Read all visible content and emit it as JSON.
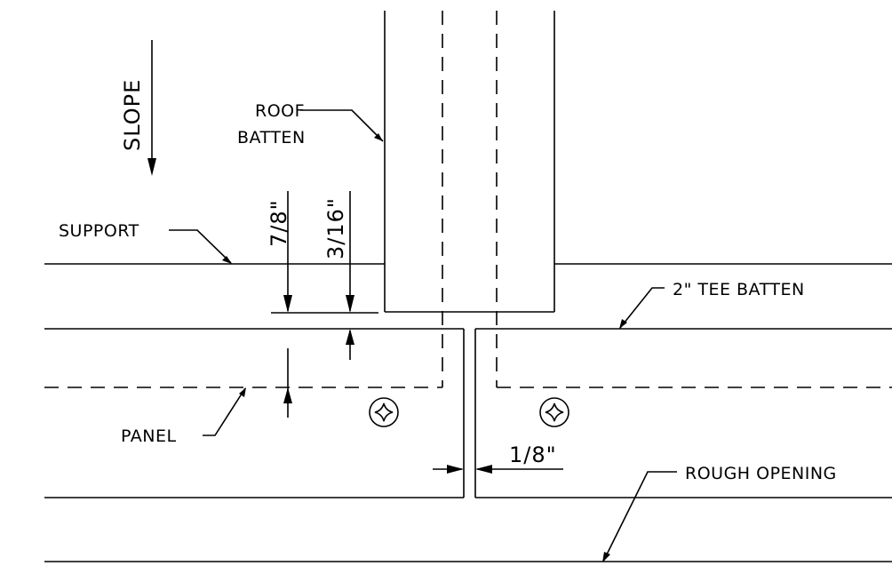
{
  "labels": {
    "slope": "SLOPE",
    "roof_batten_line1": "ROOF",
    "roof_batten_line2": "BATTEN",
    "support": "SUPPORT",
    "dim_7_8": "7/8\"",
    "dim_3_16": "3/16\"",
    "tee_batten": "2\"  TEE  BATTEN",
    "panel": "PANEL",
    "dim_1_8": "1/8\"",
    "rough_opening": "ROUGH  OPENING"
  },
  "colors": {
    "line": "#000000",
    "background": "#ffffff"
  },
  "symbols": {
    "fastener": "screw-head-symbol"
  }
}
